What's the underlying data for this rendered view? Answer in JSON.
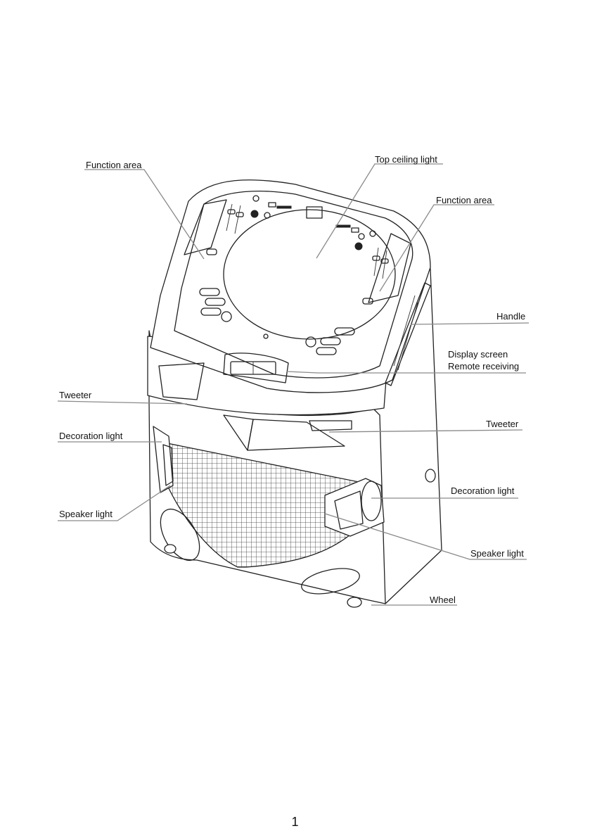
{
  "labels": {
    "function_area_left": "Function area",
    "top_ceiling_light": "Top ceiling light",
    "function_area_right": "Function area",
    "handle": "Handle",
    "display_screen": "Display screen",
    "remote_receiving": "Remote receiving",
    "tweeter_left": "Tweeter",
    "tweeter_right": "Tweeter",
    "decoration_light_left": "Decoration light",
    "decoration_light_right": "Decoration light",
    "speaker_light_left": "Speaker light",
    "speaker_light_right": "Speaker light",
    "wheel": "Wheel"
  },
  "page_number": "1"
}
